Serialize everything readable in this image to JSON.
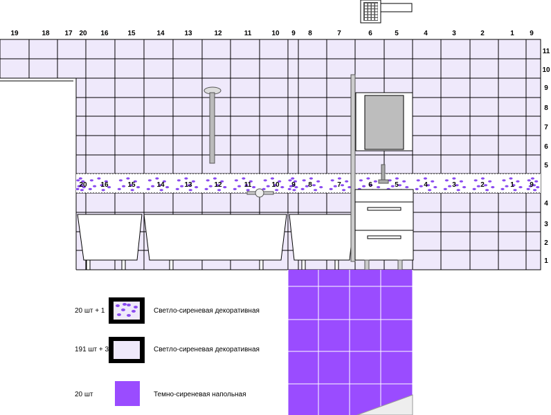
{
  "column_labels": [
    "19",
    "18",
    "17",
    "20",
    "16",
    "15",
    "14",
    "13",
    "12",
    "11",
    "10",
    "9",
    "8",
    "7",
    "6",
    "5",
    "4",
    "3",
    "2",
    "1",
    "9"
  ],
  "row_labels": [
    "11",
    "10",
    "9",
    "8",
    "7",
    "6",
    "5",
    "4",
    "3",
    "2",
    "1"
  ],
  "decor_labels": [
    "20",
    "16",
    "15",
    "14",
    "13",
    "12",
    "11",
    "10",
    "9",
    "8",
    "7",
    "6",
    "5",
    "4",
    "3",
    "2",
    "1",
    "9"
  ],
  "legend": [
    {
      "quantity": "20 шт + 1",
      "description": "Светло-сиреневая декоративная"
    },
    {
      "quantity": "191 шт + 3",
      "description": "Светло-сиреневая декоративная"
    },
    {
      "quantity": "20 шт",
      "description": "Темно-сиреневая напольная"
    }
  ],
  "colors": {
    "wall_tile": "#efe9fb",
    "floor_tile": "#9a4cff",
    "grout": "#000000",
    "decor_dot": "#8a4af0",
    "cabinet": "#ffffff",
    "mirror": "#bdbdbd"
  }
}
